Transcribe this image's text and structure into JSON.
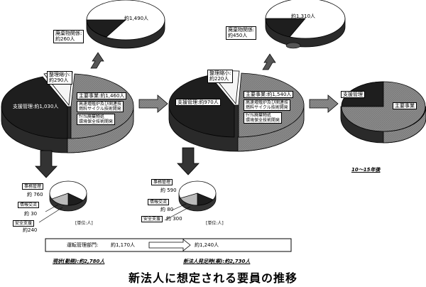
{
  "colors": {
    "gray": "#8a8a8a",
    "dark": "#1e1e1e",
    "white": "#ffffff",
    "line": "#000000"
  },
  "current": {
    "caption": "現状(勤務):約2,780人",
    "decommission": {
      "label": "廃棄物関係:",
      "value": "約260人",
      "remainder": "約1,490人"
    },
    "reorganize": {
      "label": "整理縮小:",
      "value": "約290人"
    },
    "support": "支援管理:約1,030人",
    "main": {
      "label": "主要事業:約1,460人",
      "sub1": "高速増殖炉及び関連技",
      "sub2": "燃料サイクル技術開発",
      "sub3": "ｻｲｸﾙ廃棄物処",
      "sub4": "環境保全技術開発"
    },
    "breakdown": {
      "admin_label": "事務管理",
      "admin_value": "約 760",
      "info_label": "情報交流",
      "info_value": "約 30",
      "safety_label": "安全支援",
      "safety_value": "約240",
      "unit": "[単位:人]"
    }
  },
  "new_org": {
    "caption": "新法人発足時(案):約2,730人",
    "decommission": {
      "label": "廃棄物関係:",
      "value": "約450人",
      "remainder": "約1,310人"
    },
    "reorganize": {
      "label": "整理縮小:",
      "value": "約220人"
    },
    "support": "支援管理:約970人",
    "main": {
      "label": "主要事業:約1,540人",
      "sub1": "高速増殖炉及び関連技",
      "sub2": "燃料サイクル技術開発",
      "sub3": "ｻｲｸﾙ廃棄物処",
      "sub4": "環境保全技術開発"
    },
    "breakdown": {
      "admin_label": "事務管理",
      "admin_value": "約 590",
      "info_label": "情報交流",
      "info_value": "約 80",
      "safety_label": "安全支援",
      "safety_value": "約 300",
      "unit": "[単位:人]"
    }
  },
  "future": {
    "support": "支援管理",
    "main": "主要事業",
    "caption": "10～15年後"
  },
  "operations": {
    "label": "運転管理部門:",
    "current": "約1,170人",
    "new": "約1,240人"
  },
  "title": "新法人に想定される要員の推移"
}
